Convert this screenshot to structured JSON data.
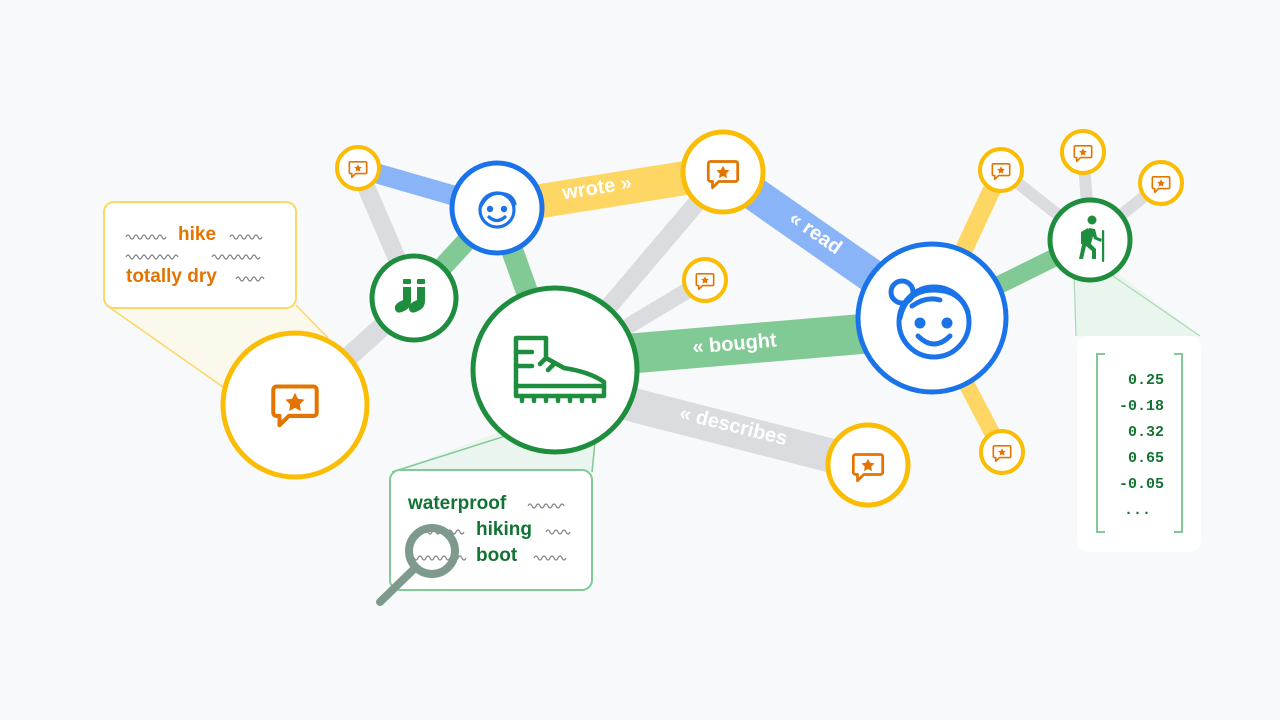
{
  "edges": {
    "wrote": "wrote »",
    "read": "« read",
    "bought": "« bought",
    "describes": "« describes"
  },
  "review_callout": {
    "lines": [
      "hike",
      "totally dry"
    ]
  },
  "search_callout": {
    "lines": [
      "waterproof",
      "hiking",
      "boot"
    ]
  },
  "embedding_vector": {
    "values": [
      "0.25",
      "-0.18",
      "0.32",
      "0.65",
      "-0.05",
      "..."
    ]
  },
  "nodes": {
    "user_icon": "face-icon",
    "customer_icon": "girl-face-icon",
    "product_icon": "boot-icon",
    "socks_icon": "socks-icon",
    "hiker_icon": "hiker-icon",
    "review_icon": "review-star-icon"
  },
  "colors": {
    "yellow": "#fbbc04",
    "yellow_light": "#fdd663",
    "yellow_text": "#e37400",
    "blue": "#1a73e8",
    "blue_edge": "#8ab4f8",
    "green": "#1e8e3e",
    "green_edge": "#81c995",
    "green_text": "#137333",
    "gray_edge": "#dadce0",
    "background": "#f8f9fa"
  }
}
